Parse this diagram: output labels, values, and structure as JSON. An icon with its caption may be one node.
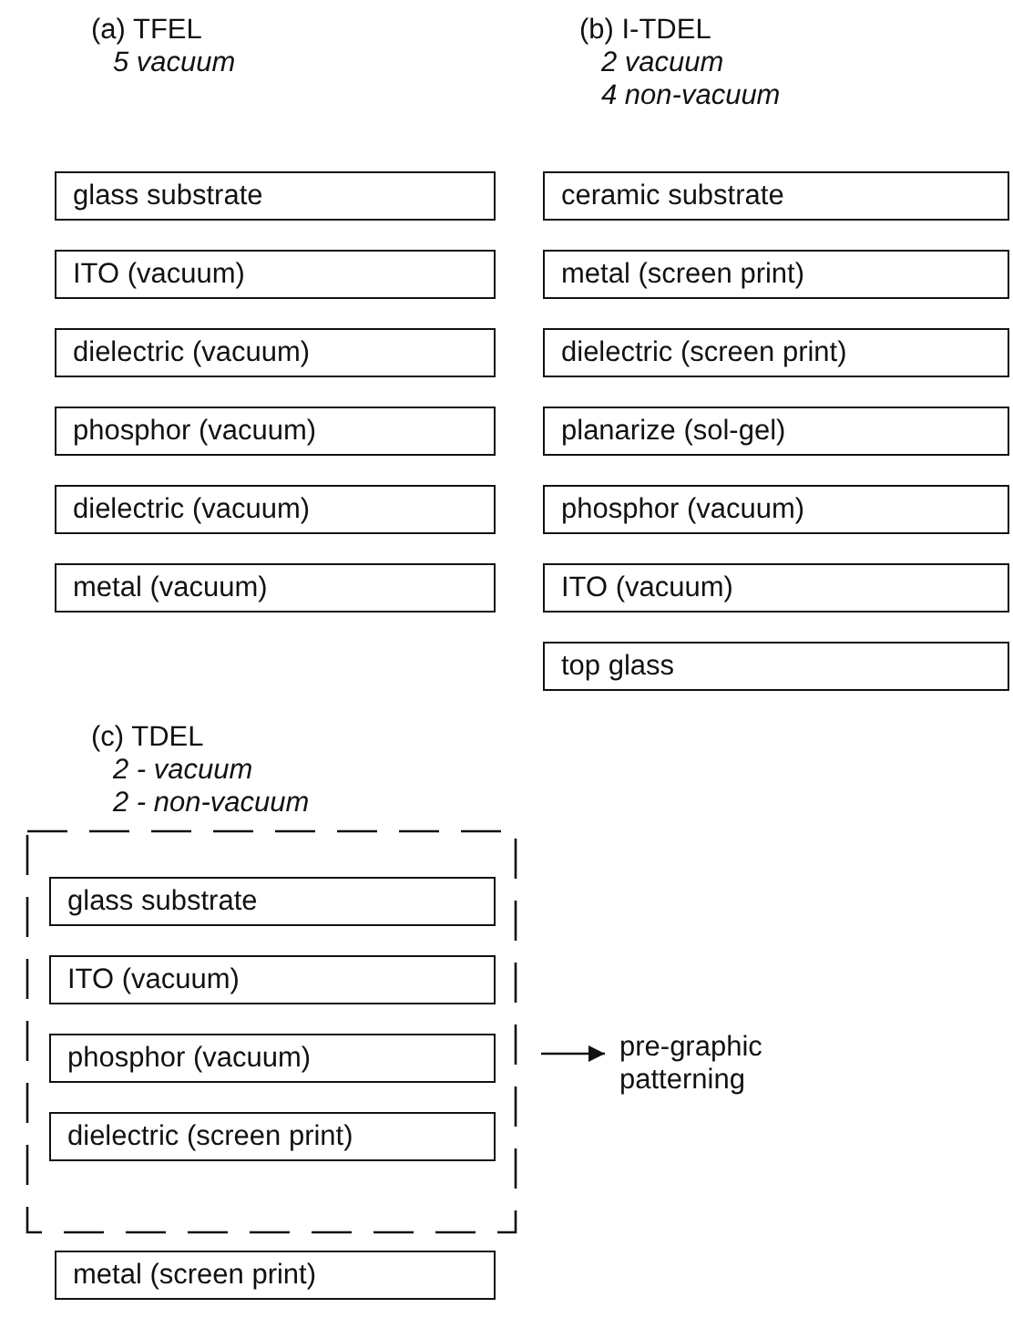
{
  "diagram": {
    "nodes": [
      {
        "text": [
          "glass substrate"
        ]
      },
      {
        "text": [
          "ITO (vacuum)"
        ]
      },
      {
        "text": [
          "dielectric (vacuum)"
        ]
      },
      {
        "text": [
          "phosphor (vacuum)"
        ]
      },
      {
        "text": [
          "dielectric (vacuum)"
        ]
      },
      {
        "text": [
          "metal (vacuum)"
        ]
      },
      {
        "text": [
          "ceramic substrate"
        ]
      },
      {
        "text": [
          "metal (screen print)"
        ]
      },
      {
        "text": [
          "dielectric (screen print)"
        ]
      },
      {
        "text": [
          "planarize (sol-gel)"
        ]
      },
      {
        "text": [
          "phosphor (vacuum)"
        ]
      },
      {
        "text": [
          "ITO (vacuum)"
        ]
      },
      {
        "text": [
          "top glass"
        ]
      },
      {
        "text": [],
        "shape": "box"
      },
      {
        "text": [
          "glass substrate"
        ],
        "in": 13
      },
      {
        "text": [
          "ITO (vacuum)"
        ],
        "in": 13
      },
      {
        "text": [
          "phosphor (vacuum)"
        ],
        "in": 13
      },
      {
        "text": [
          "dielectric (screen print)"
        ],
        "in": 13
      },
      {
        "text": [
          "metal (screen print)"
        ]
      },
      {
        "text": [
          "pre-graphic patterning"
        ]
      }
    ],
    "edges": [
      {
        "from": 13,
        "to": 19,
        "arrow": "to"
      }
    ],
    "labels": [
      "(a) TFEL",
      "5 vacuum",
      "(b) I-TDEL",
      "2 vacuum",
      "4 non-vacuum",
      "(c) TDEL",
      "2 - vacuum",
      "2 - non-vacuum"
    ]
  }
}
